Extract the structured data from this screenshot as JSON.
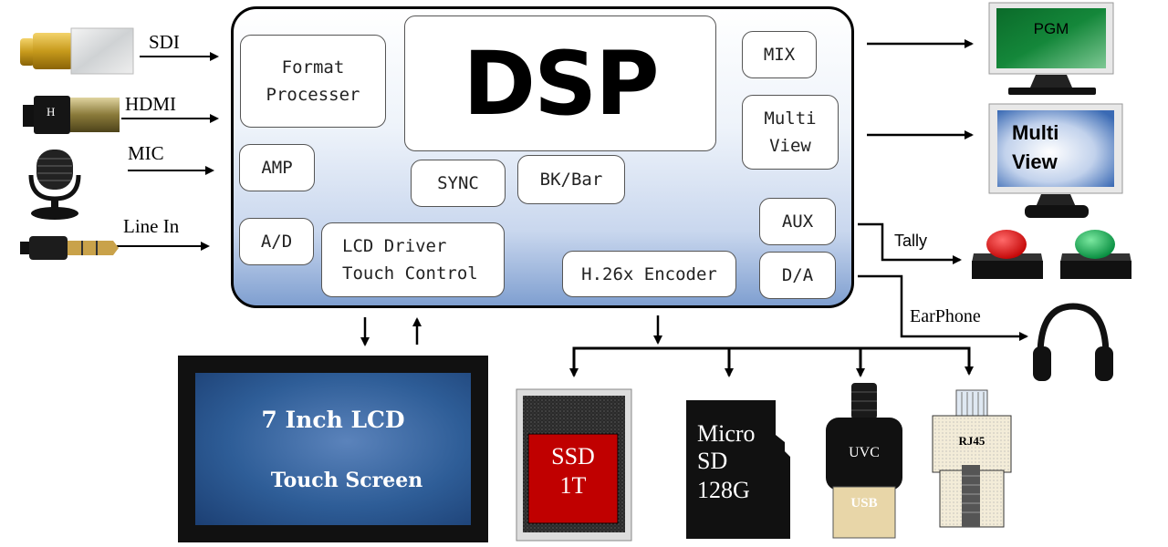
{
  "inputs": {
    "sdi": "SDI",
    "hdmi": "HDMI",
    "hdmi_connector_letter": "H",
    "mic": "MIC",
    "line_in": "Line In"
  },
  "dsp_unit": {
    "dsp": "DSP",
    "format_processer": [
      "Format",
      "Processer"
    ],
    "amp": "AMP",
    "ad": "A/D",
    "lcd_driver": [
      "LCD Driver",
      "Touch Control"
    ],
    "sync": "SYNC",
    "bk_bar": "BK/Bar",
    "encoder": "H.26x Encoder",
    "mix": "MIX",
    "multi_view": [
      "Multi",
      "View"
    ],
    "aux": "AUX",
    "da": "D/A"
  },
  "outputs": {
    "pgm": "PGM",
    "multiview_monitor": [
      "Multi",
      "View"
    ],
    "tally": "Tally",
    "earphone": "EarPhone"
  },
  "lcd": {
    "line1": "7 Inch LCD",
    "line2": "Touch Screen"
  },
  "storage": {
    "ssd": [
      "SSD",
      "1T"
    ],
    "microsd": [
      "Micro",
      "SD",
      "128G"
    ],
    "uvc": "UVC",
    "usb": "USB",
    "rj45": "RJ45"
  },
  "colors": {
    "monitor_green": "#0b6b2a",
    "lcd_blue": "#2e5d97",
    "ssd_red": "#c00000",
    "tally_red": "#e00000",
    "tally_green": "#00a040",
    "dsp_gradient_bottom": "#7f9fd0"
  }
}
